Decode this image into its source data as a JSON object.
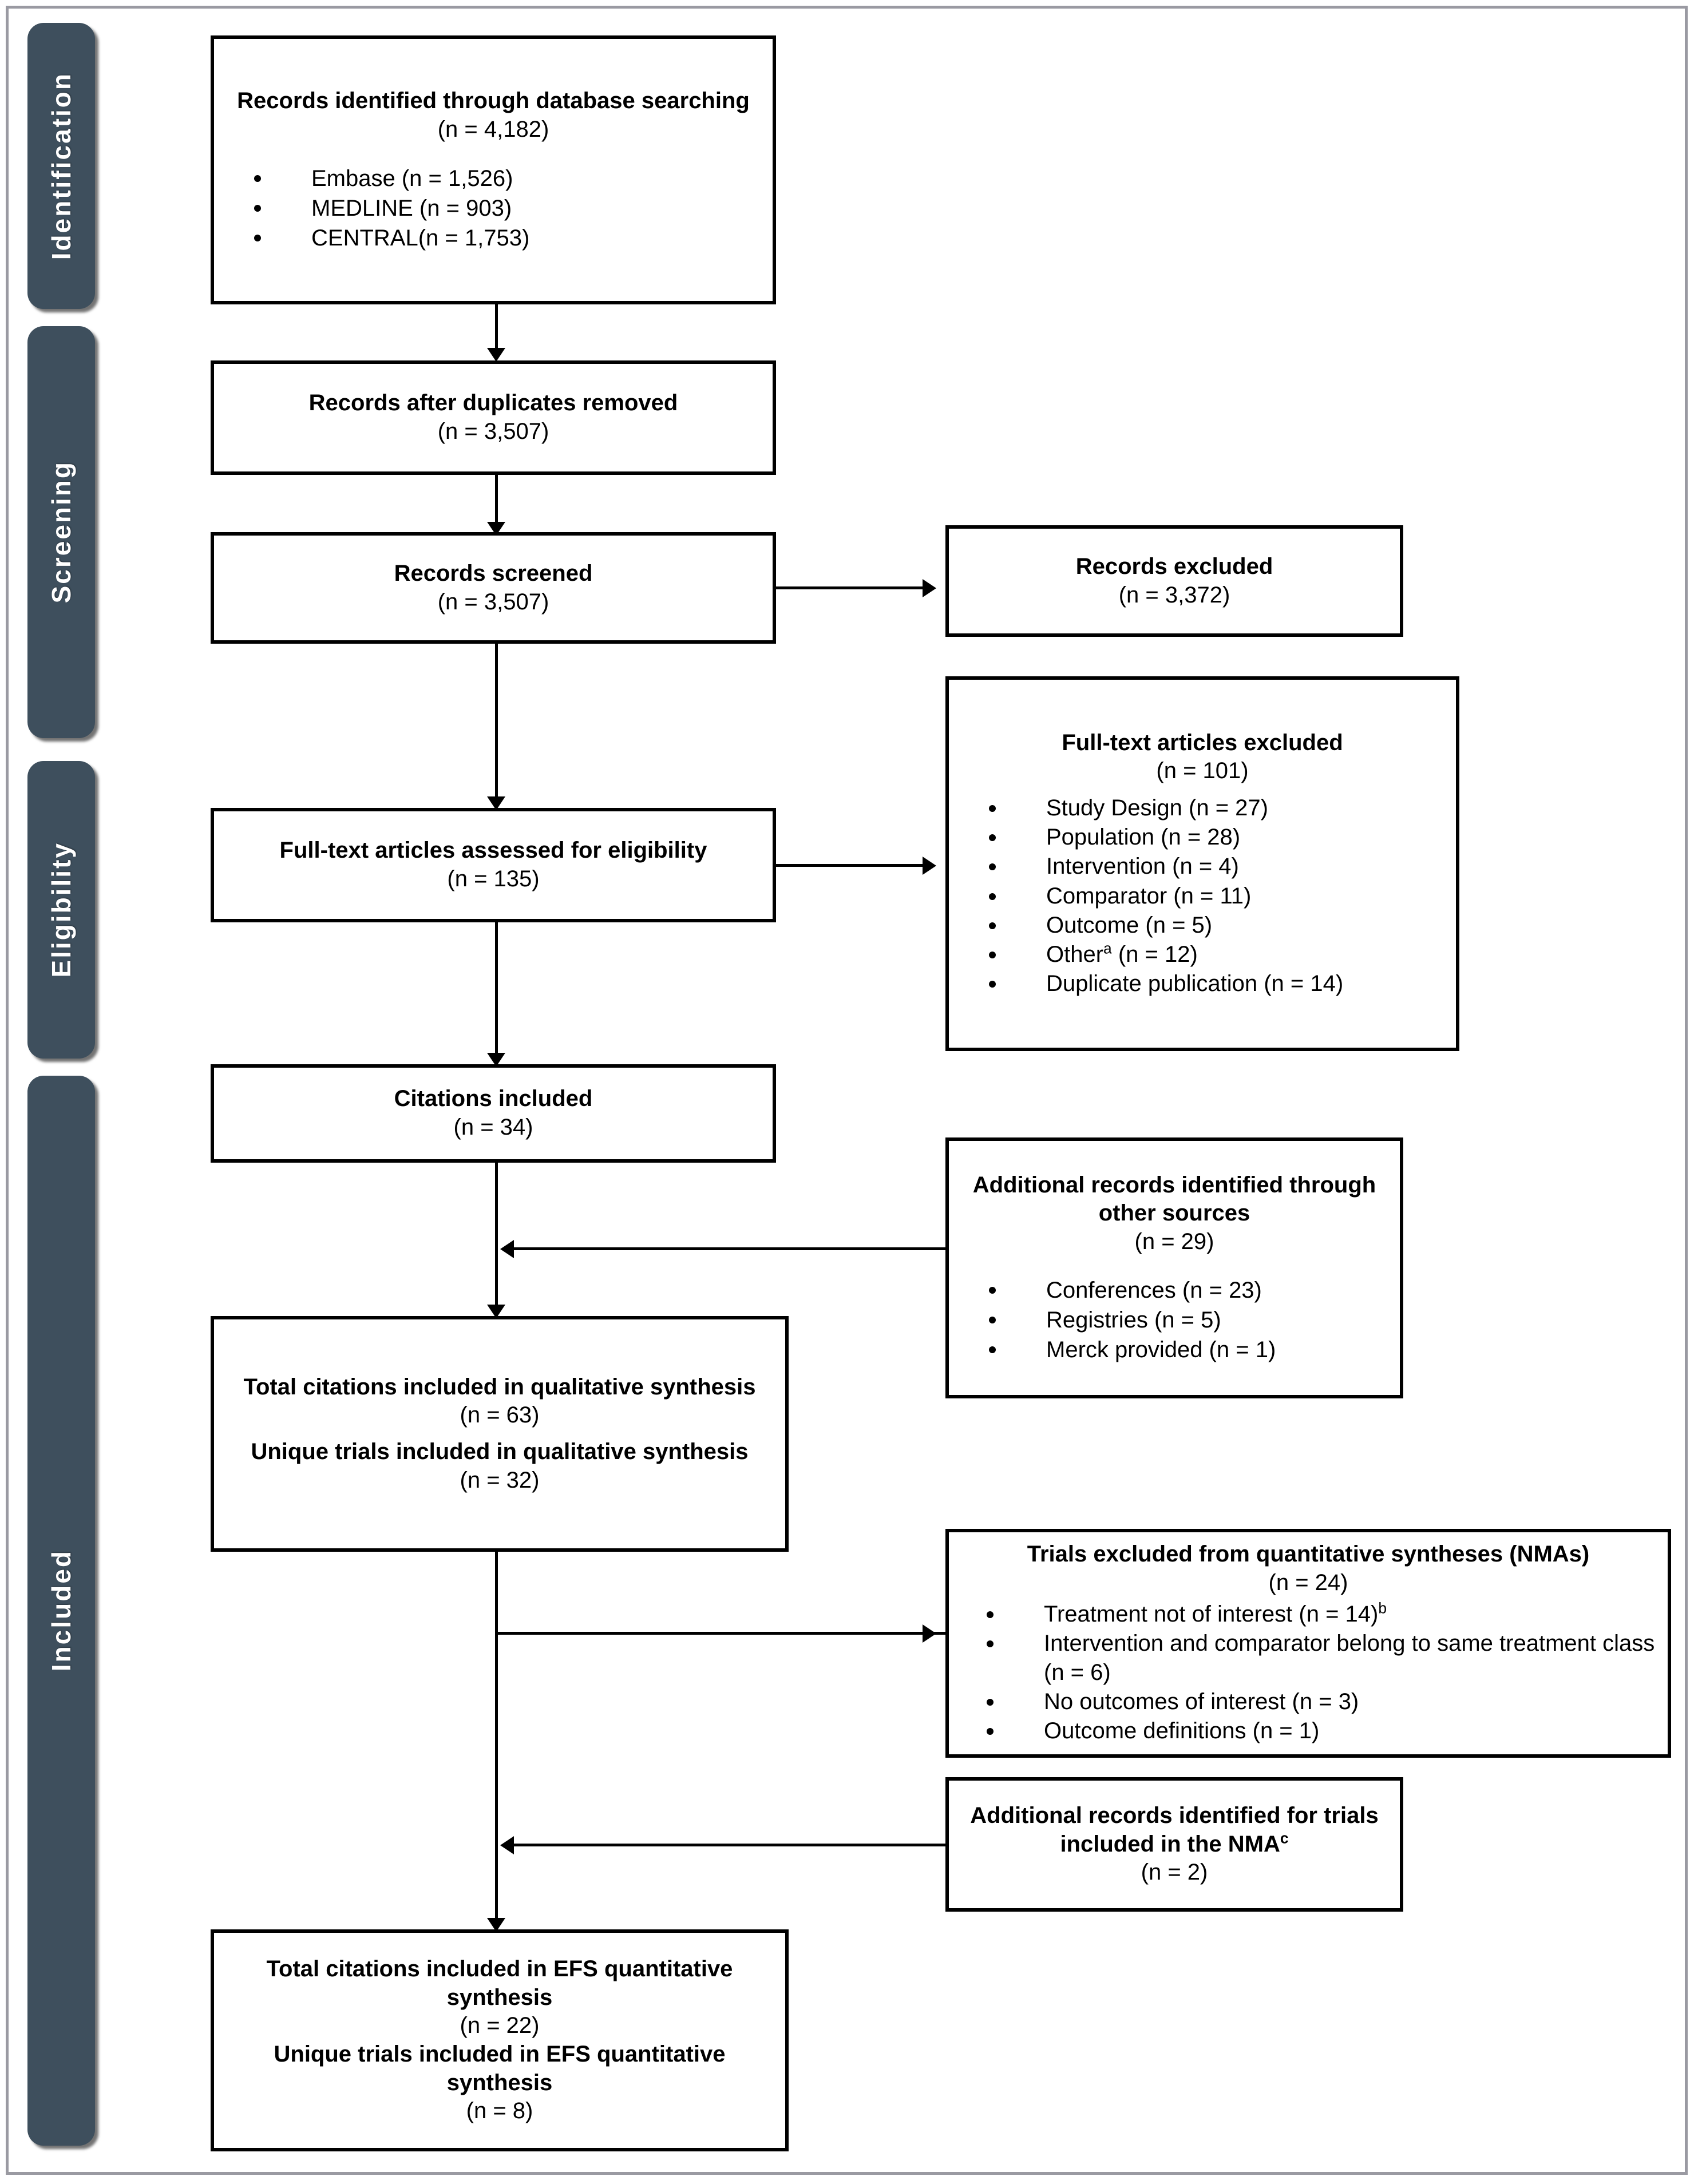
{
  "diagram": {
    "title": "PRISMA flow diagram",
    "accent_color": "#3e4f5d",
    "frame_color": "#9a9aa2",
    "line_color": "#000000"
  },
  "stages": [
    {
      "id": "identification",
      "label": "Identification"
    },
    {
      "id": "screening",
      "label": "Screening"
    },
    {
      "id": "eligibility",
      "label": "Eligibility"
    },
    {
      "id": "included",
      "label": "Included"
    }
  ],
  "boxes": {
    "records_identified": {
      "title": "Records identified through database searching",
      "count": "(n = 4,182)",
      "bullets": [
        "Embase (n = 1,526)",
        "MEDLINE (n = 903)",
        "CENTRAL(n = 1,753)"
      ]
    },
    "records_after_duplicates": {
      "title": "Records after duplicates removed",
      "count": "(n = 3,507)"
    },
    "records_screened": {
      "title": "Records screened",
      "count": "(n = 3,507)"
    },
    "records_excluded": {
      "title": "Records excluded",
      "count": "(n = 3,372)"
    },
    "fulltext_excluded": {
      "title": "Full-text articles excluded",
      "count": "(n = 101)",
      "bullets": [
        "Study Design (n = 27)",
        "Population (n = 28)",
        "Intervention (n = 4)",
        "Comparator (n = 11)",
        "Outcome (n = 5)",
        "Other",
        "Duplicate publication (n = 14)"
      ],
      "other_marker": "a",
      "other_suffix": " (n = 12)"
    },
    "fulltext_assessed": {
      "title": "Full-text articles assessed for eligibility",
      "count": "(n = 135)"
    },
    "citations_included": {
      "title": "Citations included",
      "count": "(n = 34)"
    },
    "additional_records_other_sources": {
      "title": "Additional records identified through other sources",
      "count": "(n = 29)",
      "bullets": [
        "Conferences (n = 23)",
        "Registries (n = 5)",
        "Merck provided (n = 1)"
      ]
    },
    "qualitative_synthesis": {
      "title_1": "Total citations included in qualitative synthesis",
      "count_1": "(n = 63)",
      "title_2": "Unique trials included in qualitative synthesis",
      "count_2": "(n = 32)"
    },
    "trials_excluded_nma": {
      "title": "Trials excluded from quantitative syntheses (NMAs)",
      "count": "(n = 24)",
      "bullets": [
        "Treatment not of interest (n = 14)",
        "Intervention and comparator belong to same treatment class (n = 6)",
        "No outcomes of interest (n = 3)",
        "Outcome definitions (n = 1)"
      ],
      "treatment_marker": "b"
    },
    "additional_records_nma": {
      "title": "Additional records identified for trials included in the NMA",
      "marker": "c",
      "count": "(n = 2)"
    },
    "efs_quantitative": {
      "title_1": "Total citations included in EFS quantitative synthesis",
      "count_1": "(n = 22)",
      "title_2": "Unique trials included in EFS quantitative synthesis",
      "count_2": "(n = 8)"
    }
  }
}
